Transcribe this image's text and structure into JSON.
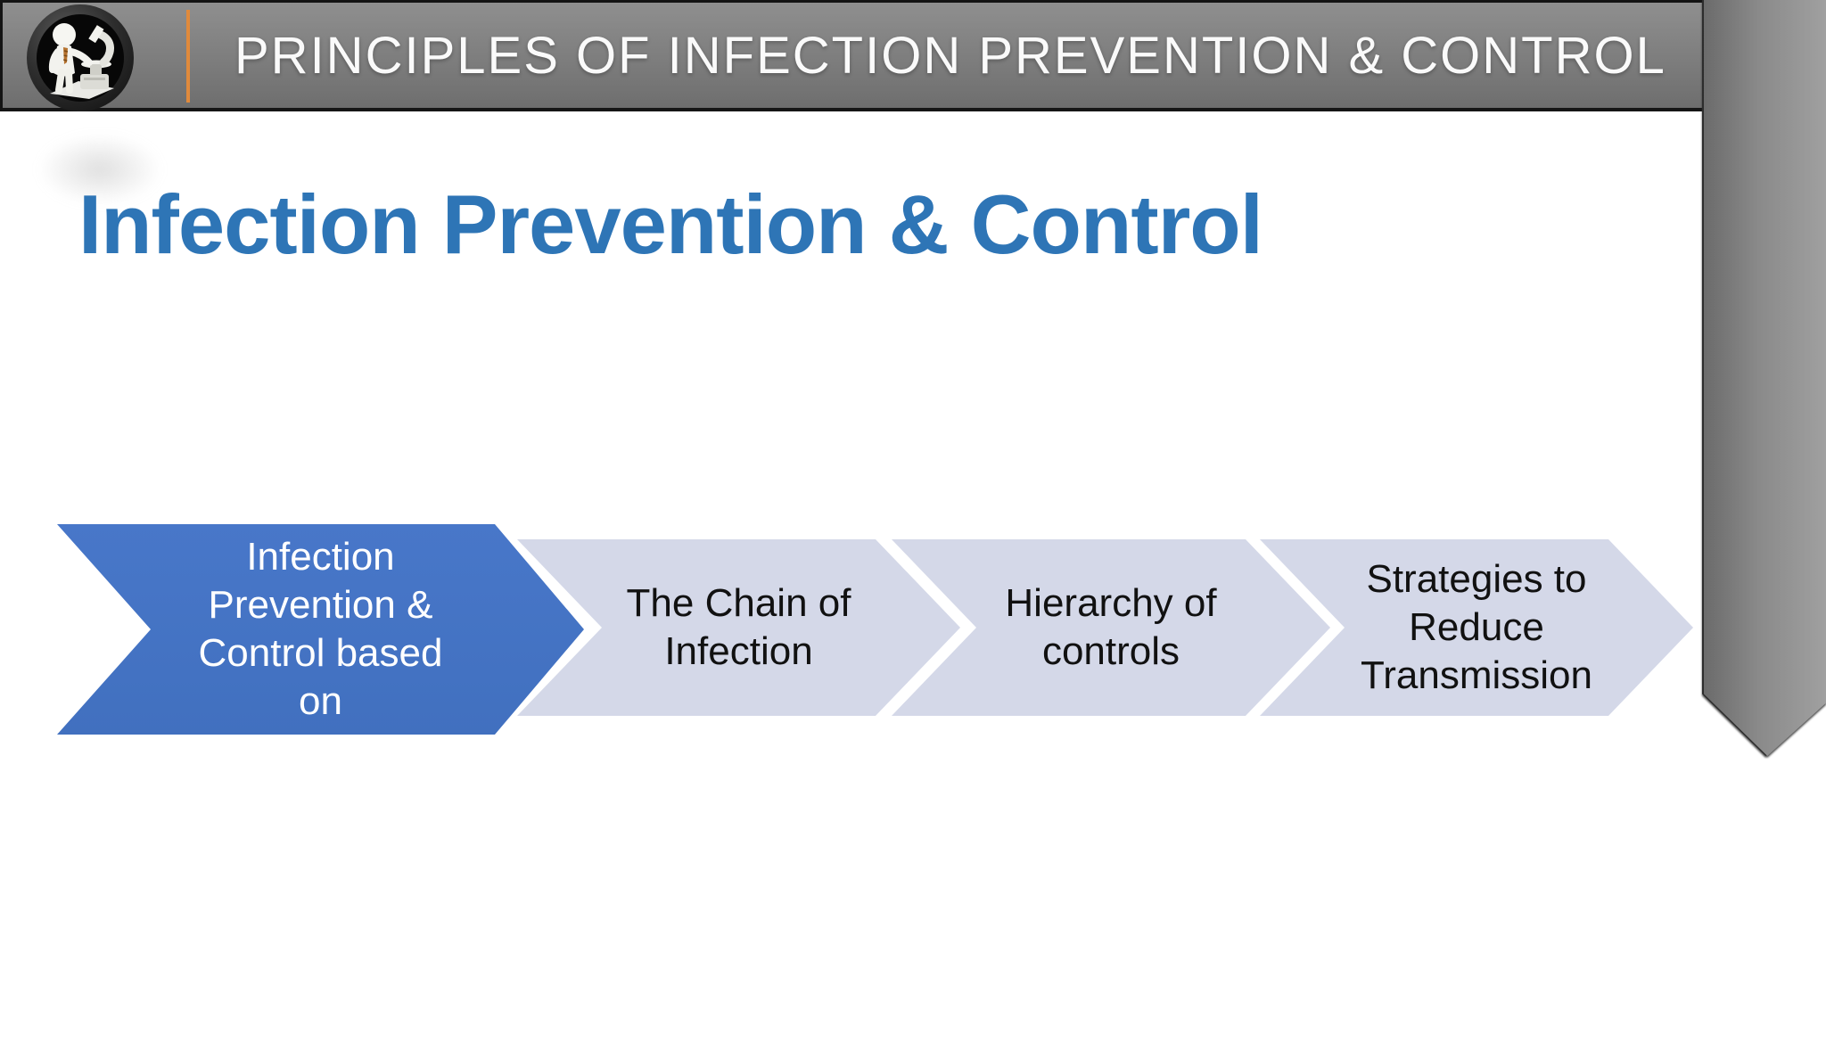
{
  "header": {
    "title": "PRINCIPLES OF INFECTION PREVENTION & CONTROL",
    "logo": "scientist-with-microscope-badge"
  },
  "slide": {
    "title": "Infection Prevention & Control"
  },
  "process": {
    "type": "chevron-sequence",
    "steps": [
      {
        "label": "Infection Prevention & Control based on",
        "lines": [
          "Infection",
          "Prevention &",
          "Control based",
          "on"
        ],
        "variant": "primary"
      },
      {
        "label": "The Chain of Infection",
        "lines": [
          "The Chain of",
          "Infection"
        ],
        "variant": "light"
      },
      {
        "label": "Hierarchy of controls",
        "lines": [
          "Hierarchy of",
          "controls"
        ],
        "variant": "light"
      },
      {
        "label": "Strategies to Reduce Transmission",
        "lines": [
          "Strategies to",
          "Reduce",
          "Transmission"
        ],
        "variant": "light"
      }
    ]
  },
  "colors": {
    "accent_blue": "#4472C4",
    "accent_light": "#D4D8E8",
    "title_blue": "#2E75B6",
    "header_gray": "#7D7D7D",
    "ribbon_gray": "#8A8A8A",
    "divider_orange": "#E08A3C",
    "header_text": "#FAFAFA",
    "chevron_text_dark": "#111111"
  }
}
